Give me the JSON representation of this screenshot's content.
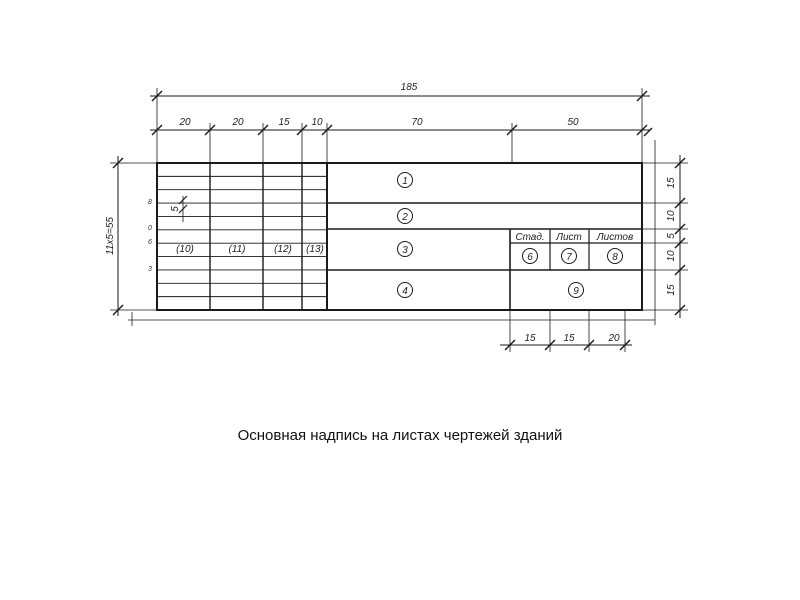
{
  "dimensions": {
    "total_width": "185",
    "segments": [
      "20",
      "20",
      "15",
      "10",
      "70",
      "50"
    ],
    "bottom_segments": [
      "15",
      "15",
      "20"
    ],
    "right_heights": [
      "15",
      "10",
      "5",
      "10",
      "15"
    ],
    "left_height": "11x5=55",
    "row_height": "5"
  },
  "fields": {
    "main": [
      "1",
      "2",
      "3",
      "4"
    ],
    "stage_header": "Стад.",
    "sheet_header": "Лист",
    "sheets_header": "Листов",
    "small": [
      "6",
      "7",
      "8"
    ],
    "big": "9"
  },
  "columns": [
    "(10)",
    "(11)",
    "(12)",
    "(13)"
  ],
  "row_marks": [
    "8",
    "0",
    "6",
    "3"
  ],
  "caption": "Основная надпись на листах чертежей зданий"
}
